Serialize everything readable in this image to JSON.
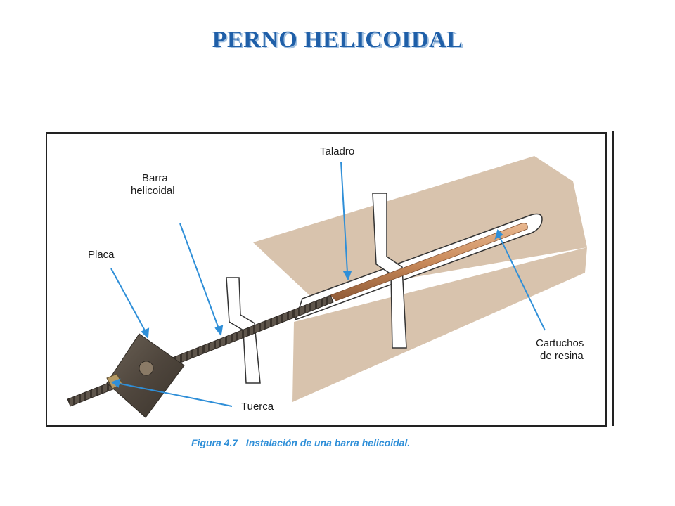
{
  "title": "PERNO HELICOIDAL",
  "labels": {
    "taladro": "Taladro",
    "barra_l1": "Barra",
    "barra_l2": "helicoidal",
    "placa": "Placa",
    "tuerca": "Tuerca",
    "cartuchos_l1": "Cartuchos",
    "cartuchos_l2": "de resina"
  },
  "caption": "Figura 4.7   Instalación de una barra helicoidal.",
  "colors": {
    "title": "#1f5fa8",
    "rock": "#d8c3ad",
    "leader_lines": "#2f8fd8",
    "caption": "#2f8fd8",
    "resin": "#c98a5a",
    "bar": "#5a5048"
  }
}
